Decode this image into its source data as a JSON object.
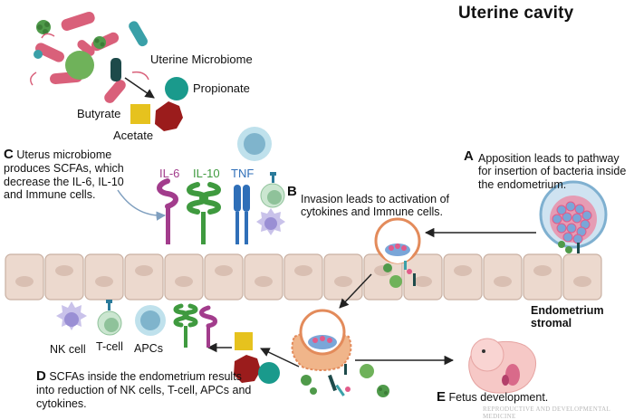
{
  "title": "Uterine cavity",
  "microbiome": {
    "uterine_microbiome": "Uterine Microbiome",
    "propionate": "Propionate",
    "butyrate": "Butyrate",
    "acetate": "Acetate"
  },
  "steps": {
    "a_letter": "A",
    "a_text": "Apposition leads to pathway for insertion of bacteria inside the endometrium.",
    "b_letter": "B",
    "b_text": "Invasion leads to activation of cytokines and Immune cells.",
    "c_letter": "C",
    "c_text": "Uterus microbiome produces SCFAs, which decrease the IL-6, IL-10 and Immune cells.",
    "d_letter": "D",
    "d_text": "SCFAs inside the endometrium results into reduction of NK cells, T-cell, APCs and cytokines.",
    "e_letter": "E",
    "e_text": "Fetus development."
  },
  "cytokines": {
    "il6": "IL-6",
    "il10": "IL-10",
    "tnf": "TNF"
  },
  "immune_cells": {
    "nk": "NK cell",
    "tcell": "T-cell",
    "apcs": "APCs"
  },
  "endometrium_label": "Endometrium stromal",
  "watermark": "REPRODUCTIVE AND DEVELOPMENTAL MEDICINE",
  "colors": {
    "bacteria_pink": "#d9607a",
    "bacteria_green": "#6fb25a",
    "bacteria_teal": "#3aa0a8",
    "propionate": "#1a9a8c",
    "butyrate": "#e6c21e",
    "acetate": "#9b1c1c",
    "il6": "#a23c8c",
    "il10": "#3f9a3f",
    "tnf": "#2f6fb8",
    "epithelium": "#ecd9ce"
  }
}
